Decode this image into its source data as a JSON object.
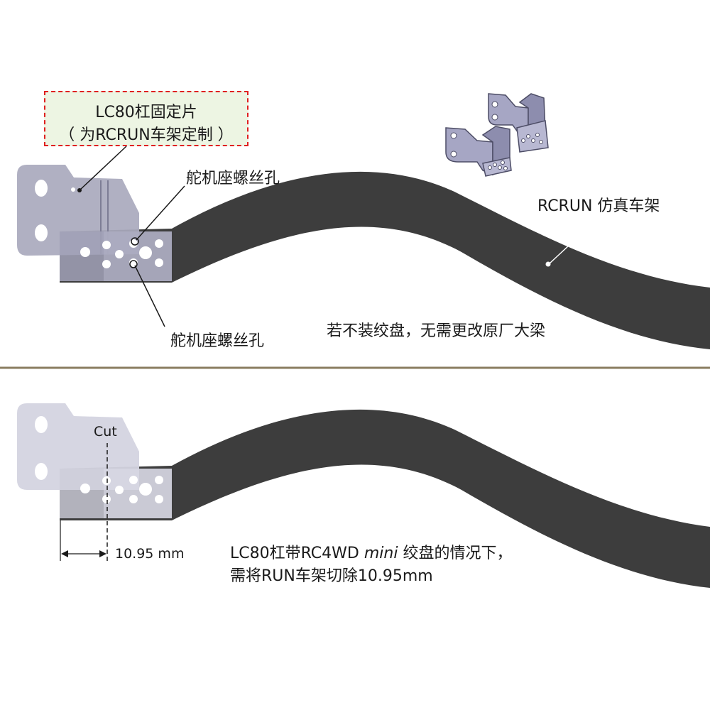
{
  "callout": {
    "line1": "LC80杠固定片",
    "line2": "（ 为RCRUN车架定制 ）"
  },
  "labels": {
    "servo_hole_top": "舵机座螺丝孔",
    "servo_hole_bottom": "舵机座螺丝孔",
    "frame": "RCRUN 仿真车架",
    "note_top": "若不装绞盘，无需更改原厂大梁",
    "cut": "Cut",
    "dimension": "10.95 mm",
    "note_bottom_line1_a": "LC80杠带RC4WD ",
    "note_bottom_line1_italic": "mini",
    "note_bottom_line1_b": " 绞盘的情况下，",
    "note_bottom_line2": "需将RUN车架切除10.95mm"
  },
  "colors": {
    "frame": "#3d3d3d",
    "bracket": "#a9a9bd",
    "bracket_faded": "#d4d4e0",
    "plate": "#a2a2b8",
    "divider": "#8a7d60",
    "callout_border": "#e02020",
    "callout_fill": "#edf5e3"
  }
}
